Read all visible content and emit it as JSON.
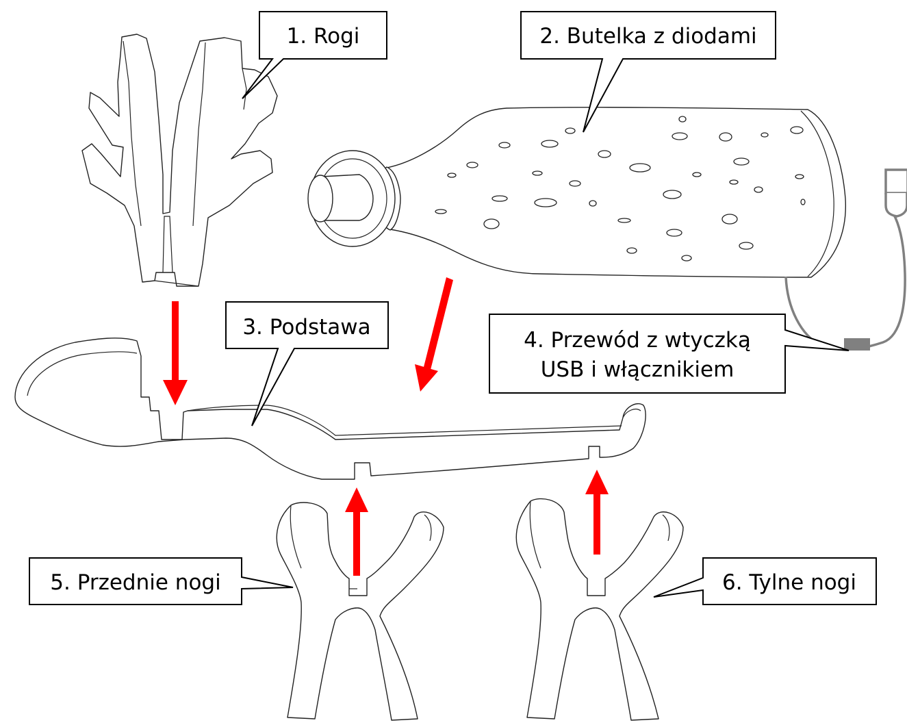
{
  "labels": {
    "part1": "1. Rogi",
    "part2": "2. Butelka z diodami",
    "part3": "3. Podstawa",
    "part4_line1": "4. Przewód z wtyczką",
    "part4_line2": "USB i włącznikiem",
    "part5": "5. Przednie nogi",
    "part6": "6. Tylne nogi"
  },
  "colors": {
    "arrow": "#ff0000",
    "outline": "#222222",
    "cable": "#808080",
    "background": "#ffffff"
  },
  "icons": {
    "assembly_arrows": "red-arrow",
    "usb_plug": "usb-plug-icon"
  }
}
